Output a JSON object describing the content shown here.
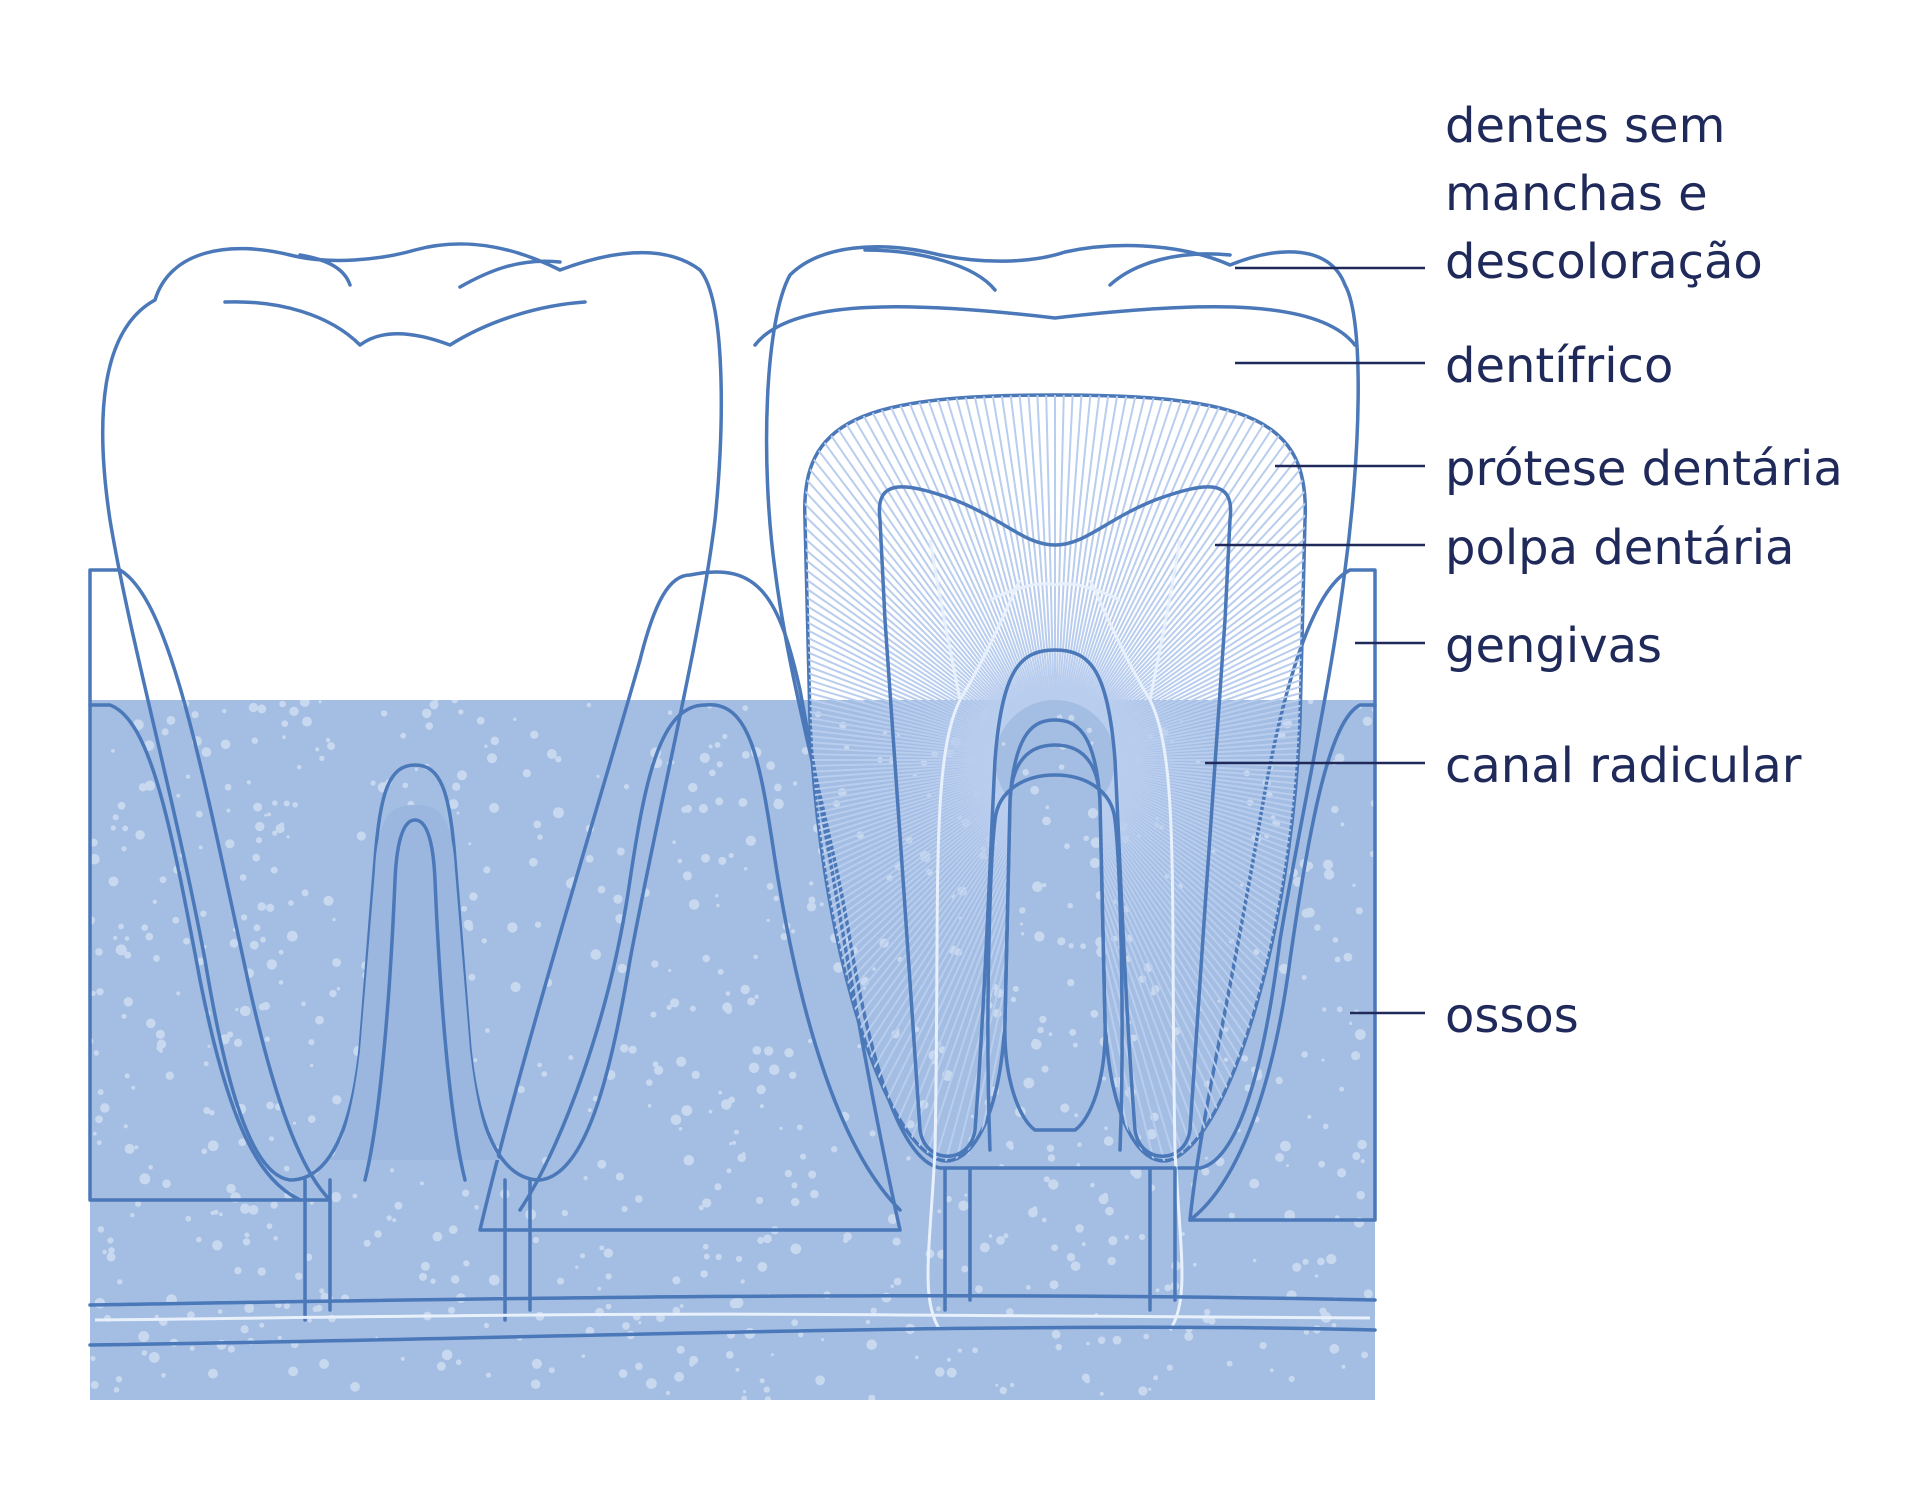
{
  "diagram": {
    "labels": [
      {
        "id": "enamel",
        "lines": [
          "dentes sem",
          "manchas e",
          "descoloração"
        ]
      },
      {
        "id": "dentin",
        "lines": [
          "dentífrico"
        ]
      },
      {
        "id": "cementum",
        "lines": [
          "prótese dentária"
        ]
      },
      {
        "id": "pulp",
        "lines": [
          "polpa dentária"
        ]
      },
      {
        "id": "gums",
        "lines": [
          "gengivas"
        ]
      },
      {
        "id": "root-canal",
        "lines": [
          "canal radicular"
        ]
      },
      {
        "id": "bone",
        "lines": [
          "ossos"
        ]
      }
    ]
  },
  "colors": {
    "gum": "#9bb6df",
    "gum_dark": "#8aa8d8",
    "bone": "#a3bde3",
    "bone_speckle": "#c8d8ef",
    "enamel_fill": "#ffffff",
    "dentin_fill": "#e6effb",
    "cementum_fill": "#d6e3f6",
    "pulp_fill": "#98b5e2",
    "outline": "#4a78b8",
    "nerve": "#e8f0fb",
    "text": "#1f2a5a"
  }
}
